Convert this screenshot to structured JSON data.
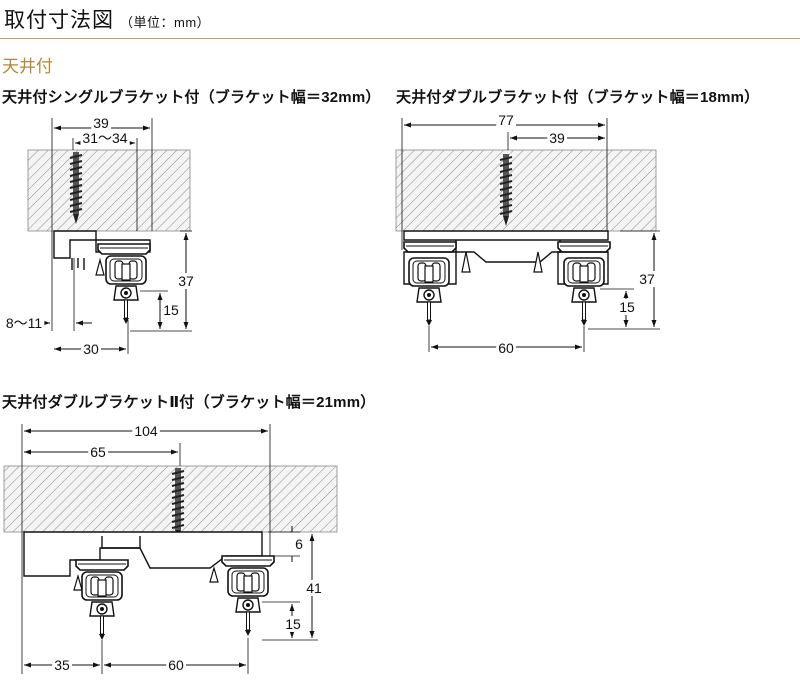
{
  "page": {
    "title": "取付寸法図",
    "unit": "（単位：mm）"
  },
  "section": {
    "title": "天井付"
  },
  "diagrams": [
    {
      "caption": "天井付シングルブラケット付（ブラケット幅＝32mm）",
      "dims": {
        "overall": "39",
        "screw_range": "31～34",
        "height": "37",
        "lower": "15",
        "wall_gap": "8～11",
        "bottom_width": "30"
      }
    },
    {
      "caption": "天井付ダブルブラケット付（ブラケット幅＝18mm）",
      "dims": {
        "overall": "77",
        "inner": "39",
        "height": "37",
        "lower": "15",
        "rail_span": "60"
      }
    },
    {
      "caption": "天井付ダブルブラケットⅡ付（ブラケット幅＝21mm）",
      "dims": {
        "overall": "104",
        "inner": "65",
        "top_gap": "6",
        "height": "41",
        "lower": "15",
        "left_offset": "35",
        "rail_span": "60"
      }
    }
  ]
}
